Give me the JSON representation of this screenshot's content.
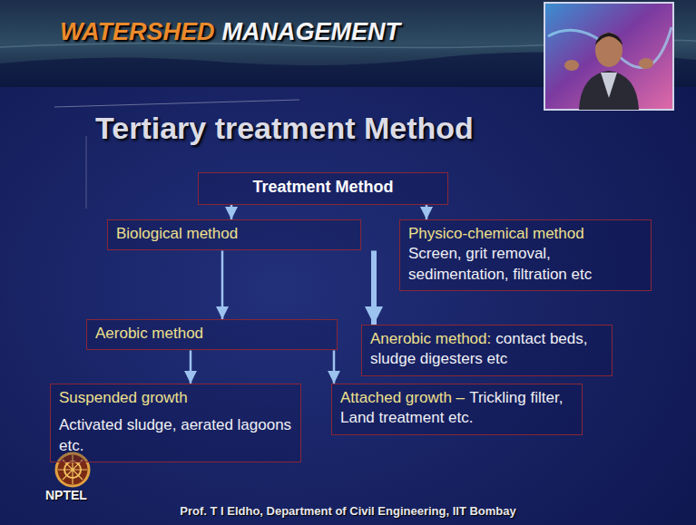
{
  "diagram": {
    "title": "Tertiary treatment Method",
    "nodes": [
      {
        "text": [
          "Treatment Method"
        ]
      },
      {
        "text": [
          "Biological method"
        ]
      },
      {
        "text": [
          "Physico-chemical method",
          "Screen, grit removal, sedimentation, filtration etc"
        ]
      },
      {
        "text": [
          "Aerobic method"
        ]
      },
      {
        "text": [
          "Anerobic method:",
          "contact beds, sludge digesters etc"
        ]
      },
      {
        "text": [
          "Suspended growth",
          "Activated sludge, aerated lagoons etc."
        ]
      },
      {
        "text": [
          "Attached growth –",
          "Trickling filter, Land treatment etc."
        ]
      }
    ],
    "edges": [
      {
        "from": 0,
        "to": 1,
        "arrow": "to"
      },
      {
        "from": 0,
        "to": 2,
        "arrow": "to"
      },
      {
        "from": 1,
        "to": 3,
        "arrow": "to"
      },
      {
        "from": 1,
        "to": 4,
        "arrow": "to"
      },
      {
        "from": 3,
        "to": 5,
        "arrow": "to"
      },
      {
        "from": 3,
        "to": 6,
        "arrow": "to"
      }
    ],
    "labels": [
      "WATERSHED",
      "MANAGEMENT",
      "NPTEL",
      "Prof. T I Eldho, Department of Civil Engineering, IIT Bombay"
    ]
  }
}
